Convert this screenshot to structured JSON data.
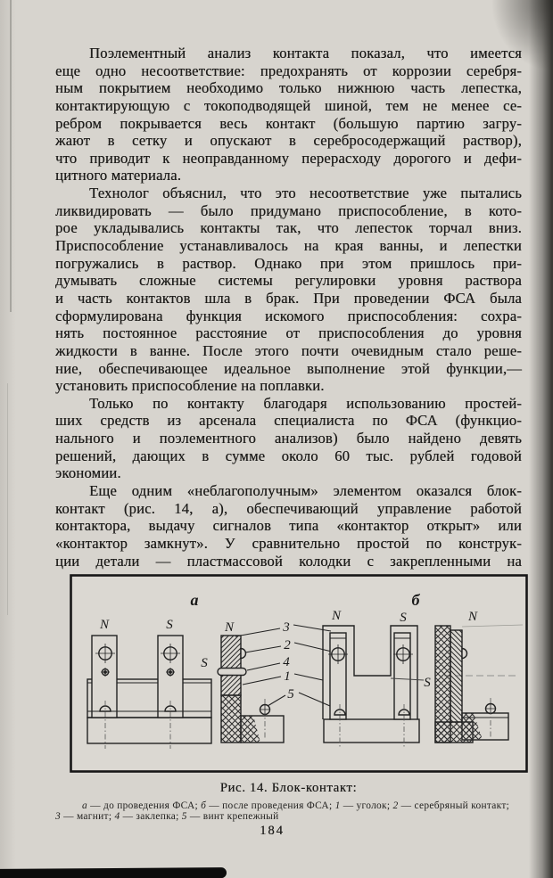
{
  "page": {
    "background_color": "#d7d4ce",
    "text_color": "#1d1c1a",
    "page_number": "184"
  },
  "text": {
    "p1": [
      "Поэлементный анализ контакта показал, что имеется",
      "еще одно несоответствие: предохранять от коррозии серебря-",
      "ным покрытием необходимо только нижнюю часть лепестка,",
      "контактирующую с токоподводящей шиной, тем не менее се-",
      "ребром покрывается весь контакт (большую партию загру-",
      "жают в сетку и опускают в серебросодержащий раствор),",
      "что приводит к неоправданному перерасходу дорогого и дефи-",
      "цитного материала."
    ],
    "p2": [
      "Технолог объяснил, что это несоответствие уже пытались",
      "ликвидировать — было придумано приспособление, в кото-",
      "рое укладывались контакты так, что лепесток торчал вниз.",
      "Приспособление устанавливалось на края ванны, и лепестки",
      "погружались в раствор. Однако при этом пришлось при-",
      "думывать сложные системы регулировки уровня раствора",
      "и часть контактов шла в брак. При проведении ФСА была",
      "сформулирована функция искомого приспособления: сохра-",
      "нять постоянное расстояние от приспособления до уровня",
      "жидкости в ванне. После этого почти очевидным стало реше-",
      "ние, обеспечивающее идеальное выполнение этой функции,—",
      "установить приспособление на поплавки."
    ],
    "p3": [
      "Только по контакту благодаря использованию простей-",
      "ших средств из арсенала специалиста по ФСА (функцио-",
      "нального и поэлементного анализов) было найдено девять",
      "решений, дающих в сумме около 60 тыс. рублей годовой",
      "экономии."
    ],
    "p4": [
      "Еще одним «неблагополучным» элементом оказался блок-",
      "контакт (рис. 14, а), обеспечивающий управление работой",
      "контактора, выдачу сигналов типа «контактор открыт» или",
      "«контактор замкнут». У сравнительно простой по конструк-",
      "ции детали — пластмассовой колодки с закрепленными на"
    ]
  },
  "figure": {
    "caption_title": "Рис. 14. Блок-контакт:",
    "caption_line1_parts": [
      "а",
      " — до проведения ФСА; ",
      "б",
      " — после проведения ФСА; ",
      "1",
      " — уголок; ",
      "2",
      " — серебряный контакт;"
    ],
    "caption_line2_parts": [
      "3",
      " — магнит; ",
      "4",
      " — заклепка; ",
      "5",
      " — винт крепежный"
    ],
    "labels": {
      "sub_a": "а",
      "sub_b": "б",
      "a_front_n": "N",
      "a_front_s": "S",
      "a_side_n": "N",
      "a_side_s": "S",
      "b_front_n": "N",
      "b_front_s": "S",
      "b_side_n": "N",
      "b_side_s": "S",
      "callout_3": "3",
      "callout_2": "2",
      "callout_4": "4",
      "callout_1": "1",
      "callout_5": "5"
    }
  }
}
